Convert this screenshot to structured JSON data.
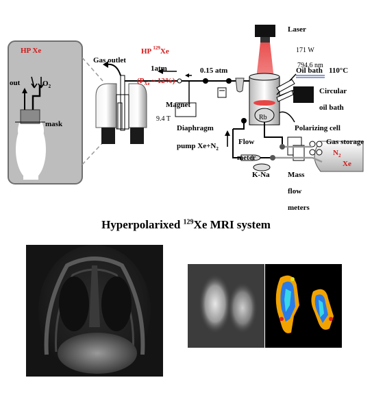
{
  "inset": {
    "title": "HP Xe",
    "out": "out",
    "o2": "O",
    "o2_sub": "2",
    "mask": "mask"
  },
  "labels": {
    "gas_outlet": "Gas outlet",
    "hp": "HP ",
    "hp_sup": "129",
    "hp_xe": "Xe",
    "one_atm": "1atm",
    "pxe_open": "(P",
    "pxe_sub": "Xe",
    "pxe_rest": " ~ 12%)",
    "pressure": "0.15 atm",
    "magnet": "Magnet",
    "field": "9.4 T",
    "diaphragm": "Diaphragm",
    "pump": "pump Xe+N",
    "pump_sub": "2",
    "laser": "Laser",
    "power": "171 W",
    "wavelength": "794.6 nm",
    "oil_bath": "Oil bath",
    "temp": "110°C",
    "circular": "Circular",
    "oil_bath2": "oil bath",
    "rb": "Rb",
    "polarizing": "Polarizing cell",
    "gas_storage": "Gas storage",
    "n2": "N",
    "n2_sub": "2",
    "xe": "Xe",
    "flow": "Flow",
    "meter": "meter",
    "kna": "K-Na",
    "mass": "Mass",
    "mflow": "flow",
    "meters": "meters"
  },
  "caption": {
    "pre": "Hyperpolarixed ",
    "sup": "129",
    "post": "Xe MRI system"
  },
  "colors": {
    "red": "#d21818",
    "inset_bg": "#bdbdbd",
    "laser_beam": "#e84545",
    "pipe": "#000000"
  }
}
